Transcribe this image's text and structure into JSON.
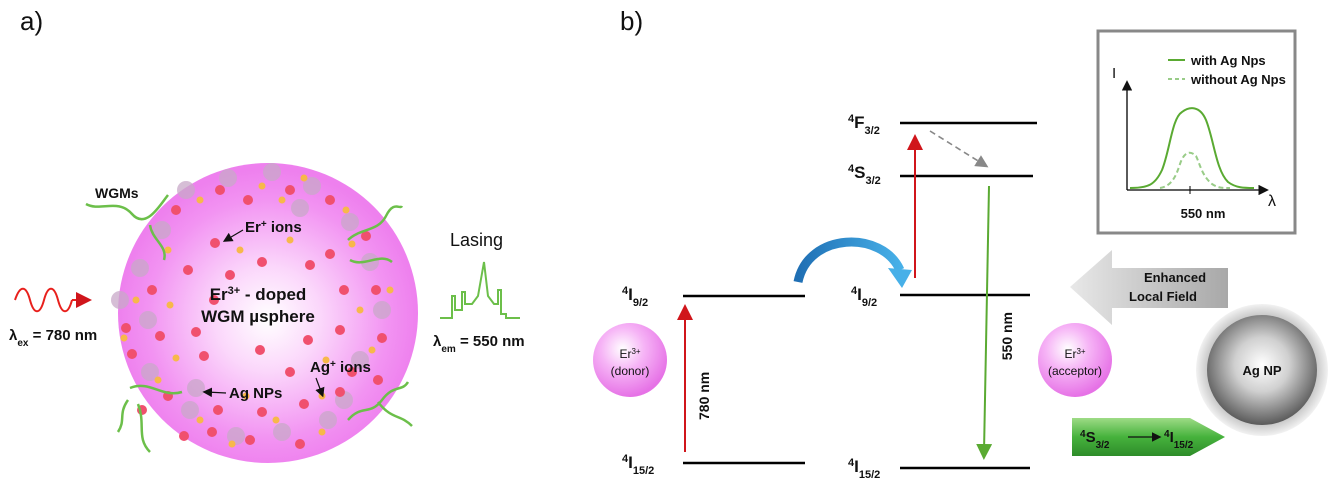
{
  "panel_a": {
    "label": "a)",
    "wgms": "WGMs",
    "er_ions": {
      "base": "Er",
      "sup": "+",
      "rest": " ions"
    },
    "center_line1": {
      "base": "Er",
      "sup": "3+",
      "rest": " - doped"
    },
    "center_line2": "WGM µsphere",
    "ag_ions": {
      "base": "Ag",
      "sup": "+",
      "rest": " ions"
    },
    "ag_nps": "Ag NPs",
    "lasing": "Lasing",
    "lambda_ex": {
      "sym": "λ",
      "sub": "ex",
      "rest": " = 780 nm"
    },
    "lambda_em": {
      "sym": "λ",
      "sub": "em",
      "rest": " = 550 nm"
    },
    "colors": {
      "sphere": "#f08cf0",
      "sphere_center": "#ffffff",
      "red_dot": "#f0506e",
      "orange_dot": "#f7b84a",
      "gray_dot": "#c8a8c8",
      "wave_green": "#6cbf4a",
      "excitation_red": "#e8201c"
    }
  },
  "panel_b": {
    "label": "b)",
    "levels": {
      "f32": {
        "sup": "4",
        "base": "F",
        "sub": "3/2"
      },
      "s32": {
        "sup": "4",
        "base": "S",
        "sub": "3/2"
      },
      "i92_left": {
        "sup": "4",
        "base": "I",
        "sub": "9/2"
      },
      "i92_right": {
        "sup": "4",
        "base": "I",
        "sub": "9/2"
      },
      "i152_left": {
        "sup": "4",
        "base": "I",
        "sub": "15/2"
      },
      "i152_right": {
        "sup": "4",
        "base": "I",
        "sub": "15/2"
      }
    },
    "donor": {
      "line1": {
        "base": "Er",
        "sup": "3+"
      },
      "line2": "(donor)"
    },
    "acceptor": {
      "line1": {
        "base": "Er",
        "sup": "3+"
      },
      "line2": "(acceptor)"
    },
    "excitation": "780 nm",
    "emission": "550 nm",
    "local_field": {
      "line1": "Enhanced",
      "line2": "Local Field"
    },
    "ag_np": "Ag NP",
    "transition": {
      "from": {
        "sup": "4",
        "base": "S",
        "sub": "3/2"
      },
      "to": {
        "sup": "4",
        "base": "I",
        "sub": "15/2"
      }
    },
    "inset": {
      "y_axis": "I",
      "x_axis": "λ",
      "tick": "550 nm",
      "legend_with": "with Ag Nps",
      "legend_without": "without Ag Nps"
    },
    "colors": {
      "level": "#000000",
      "red_arrow": "#d0151b",
      "green_arrow": "#5aaa32",
      "transfer": "#2f8fd0",
      "er_sphere": "#ee88ee",
      "big_arrow": "#c8c8c8",
      "green_box": "#3cac3c"
    }
  }
}
